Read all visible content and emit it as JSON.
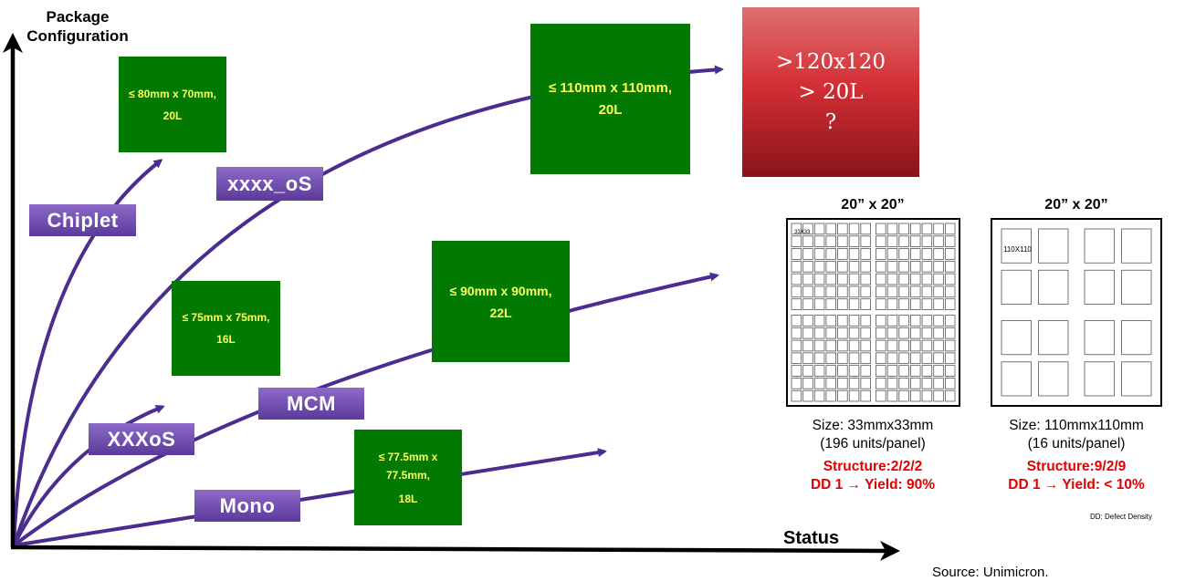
{
  "axes": {
    "y_title_line1": "Package",
    "y_title_line2": "Configuration",
    "x_title": "Status"
  },
  "categories": {
    "chiplet": "Chiplet",
    "xxxx_os": "xxxx_oS",
    "xxxos": "XXXoS",
    "mcm": "MCM",
    "mono": "Mono"
  },
  "boxes": {
    "chiplet_box": {
      "line1": "≤ 80mm x 70mm,",
      "line2": "20L"
    },
    "xxxx_os_box": {
      "line1": "≤ 110mm x 110mm,",
      "line2": "20L"
    },
    "xxxos_box": {
      "line1": "≤ 75mm x 75mm,",
      "line2": "16L"
    },
    "mcm_box": {
      "line1": "≤ 90mm x 90mm,",
      "line2": "22L"
    },
    "mono_box": {
      "line1": "≤ 77.5mm x",
      "line2": "77.5mm,",
      "line3": "18L"
    },
    "future_box": {
      "line1": ">120x120",
      "line2": "> 20L",
      "line3": "?"
    }
  },
  "panels": {
    "left": {
      "title": "20” x 20”",
      "unit_label": "33X33",
      "size": "Size: 33mmx33mm",
      "units": "(196 units/panel)",
      "structure": "Structure:2/2/2",
      "yield": "DD 1 →   Yield: 90%",
      "grid": {
        "rows": 14,
        "cols": 14
      }
    },
    "right": {
      "title": "20” x 20”",
      "unit_label": "110X110",
      "size": "Size: 110mmx110mm",
      "units": "(16 units/panel)",
      "structure": "Structure:9/2/9",
      "yield": "DD 1 →   Yield: < 10%",
      "grid": {
        "rows": 4,
        "cols": 4
      }
    }
  },
  "footnote": "DD: Defect Density",
  "source": "Source:  Unimicron.",
  "colors": {
    "arrow": "#4b2d8f",
    "green_box": "#027a02",
    "box_text": "#ffff55",
    "red_text": "#e00000"
  }
}
